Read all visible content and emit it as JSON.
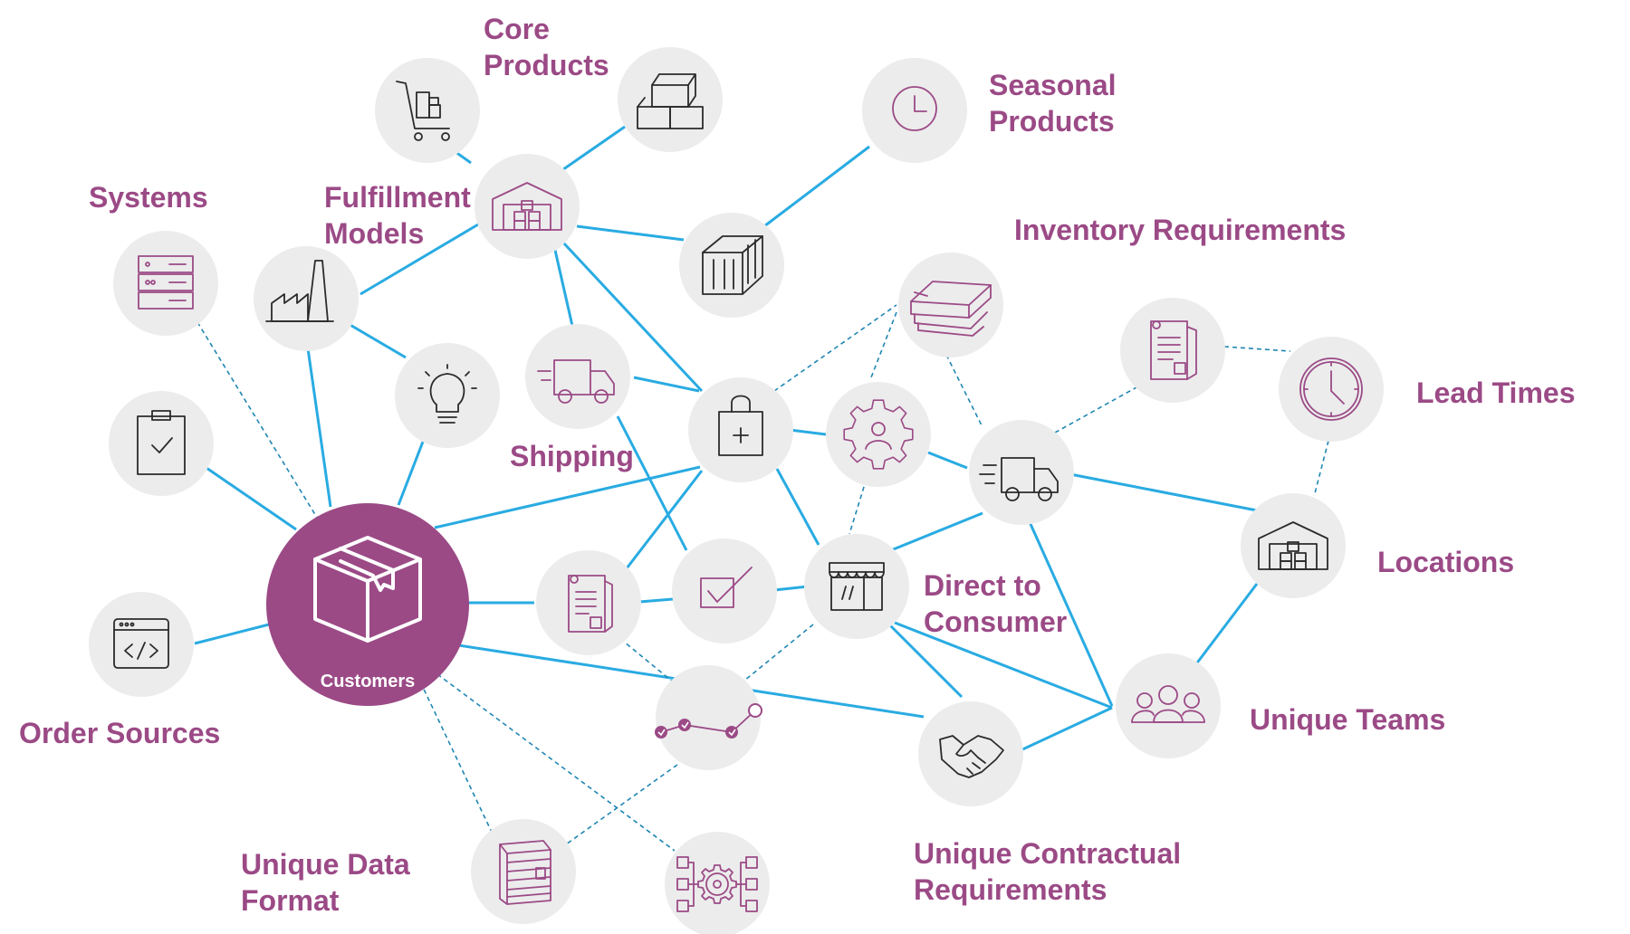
{
  "hub": {
    "label": "Customers",
    "icon": "box-icon"
  },
  "labels": {
    "core_products": [
      "Core",
      "Products"
    ],
    "seasonal_products": [
      "Seasonal",
      "Products"
    ],
    "systems": [
      "Systems"
    ],
    "fulfillment_models": [
      "Fulfillment",
      "Models"
    ],
    "inventory_requirements": [
      "Inventory Requirements"
    ],
    "lead_times": [
      "Lead Times"
    ],
    "shipping": [
      "Shipping"
    ],
    "direct_to_consumer": [
      "Direct to",
      "Consumer"
    ],
    "locations": [
      "Locations"
    ],
    "unique_teams": [
      "Unique Teams"
    ],
    "order_sources": [
      "Order Sources"
    ],
    "unique_data_format": [
      "Unique Data",
      "Format"
    ],
    "unique_contractual_requirements": [
      "Unique Contractual",
      "Requirements"
    ]
  },
  "colors": {
    "accent": "#9b4a86",
    "solid_line": "#29abe2",
    "dashed_line": "#1f86b3",
    "node_fill": "#ececec"
  },
  "nodes": [
    "cart-icon",
    "boxes-icon",
    "clock-icon",
    "server-rack-icon",
    "factory-icon",
    "warehouse-icon",
    "container-icon",
    "clipboard-check-icon",
    "lightbulb-icon",
    "truck-icon",
    "shopping-bag-icon",
    "gear-person-icon",
    "stacked-boxes-icon",
    "documents-icon",
    "lead-time-clock-icon",
    "delivery-truck-icon",
    "code-window-icon",
    "document-list-icon",
    "checkbox-icon",
    "storefront-icon",
    "location-warehouse-icon",
    "trend-line-icon",
    "team-icon",
    "handshake-icon",
    "data-stack-icon",
    "network-gear-icon"
  ]
}
